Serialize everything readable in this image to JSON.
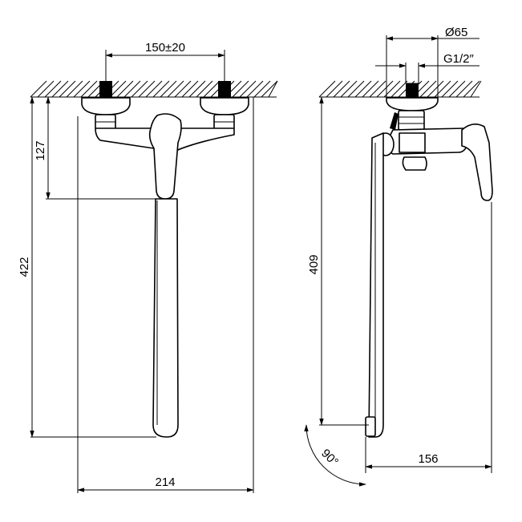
{
  "drawing": {
    "front_view": {
      "dim_inlet_spacing": "150±20",
      "dim_handle_height": "127",
      "dim_total_height": "422",
      "dim_total_width": "214"
    },
    "side_view": {
      "dim_diameter": "Ø65",
      "dim_thread": "G1/2″",
      "dim_height": "409",
      "dim_angle": "90°",
      "dim_reach": "156"
    }
  }
}
